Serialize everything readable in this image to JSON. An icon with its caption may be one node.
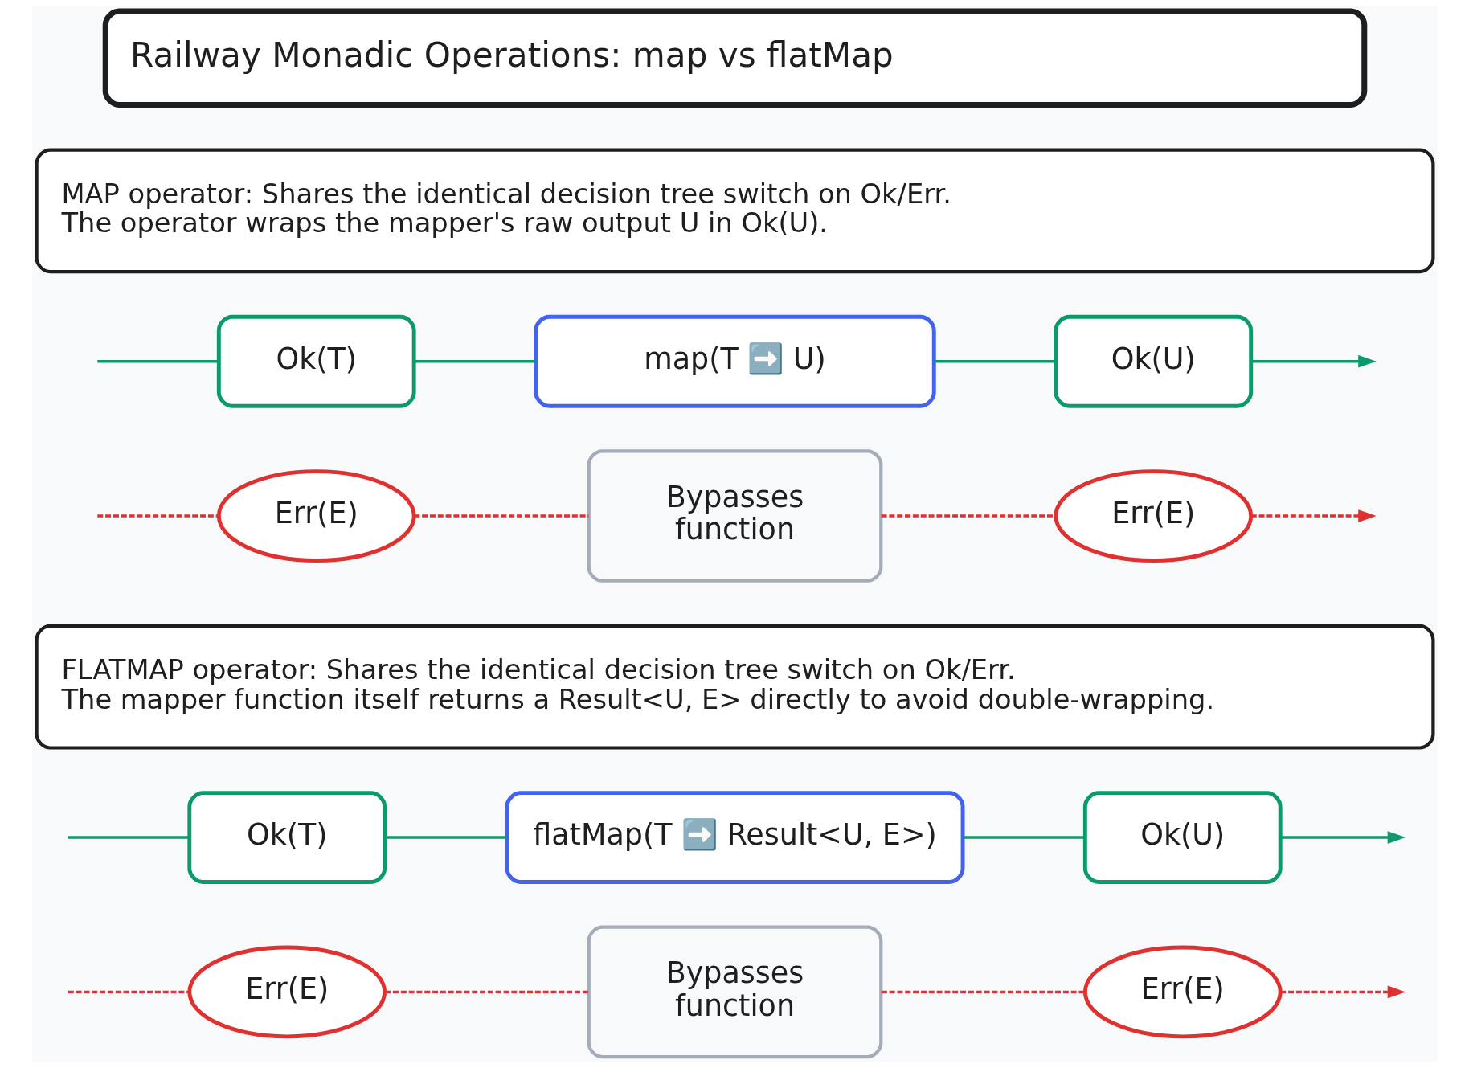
{
  "diagram": {
    "nodes": [
      {
        "text": [
          "Railway Monadic Operations: map vs flatMap"
        ]
      },
      {
        "text": [
          "MAP operator: Shares the identical decision tree switch on Ok/Err. The operator wraps the mapper's raw output U in Ok(U)."
        ]
      },
      {
        "text": [
          "Ok(T)"
        ]
      },
      {
        "text": [
          "map(T ➡️ U)"
        ]
      },
      {
        "text": [
          "Ok(U)"
        ]
      },
      {
        "text": [
          "Err(E)"
        ]
      },
      {
        "text": [
          "Bypasses function"
        ]
      },
      {
        "text": [
          "Err(E)"
        ]
      },
      {
        "text": [
          "FLATMAP operator: Shares the identical decision tree switch on Ok/Err. The mapper function itself returns a Result<U, E> directly to avoid double-wrapping."
        ]
      },
      {
        "text": [
          "Ok(T)"
        ]
      },
      {
        "text": [
          "flatMap(T ➡️ Result<U, E>)"
        ]
      },
      {
        "text": [
          "Ok(U)"
        ]
      },
      {
        "text": [
          "Err(E)"
        ]
      },
      {
        "text": [
          "Bypasses function"
        ]
      },
      {
        "text": [
          "Err(E)"
        ]
      }
    ],
    "edges": [
      {
        "from": null,
        "to": 2,
        "arrow": "none",
        "color": "#0c9a6b"
      },
      {
        "from": 2,
        "to": 3,
        "arrow": "none",
        "color": "#0c9a6b"
      },
      {
        "from": 3,
        "to": 4,
        "arrow": "none",
        "color": "#0c9a6b"
      },
      {
        "from": 4,
        "to": null,
        "arrow": "to",
        "color": "#0c9a6b"
      },
      {
        "from": null,
        "to": 5,
        "arrow": "none",
        "style": "dashed",
        "color": "#e03131"
      },
      {
        "from": 5,
        "to": 6,
        "arrow": "none",
        "style": "dashed",
        "color": "#e03131"
      },
      {
        "from": 6,
        "to": 7,
        "arrow": "none",
        "style": "dashed",
        "color": "#e03131"
      },
      {
        "from": 7,
        "to": null,
        "arrow": "to",
        "style": "dashed",
        "color": "#e03131"
      },
      {
        "from": null,
        "to": 9,
        "arrow": "none",
        "color": "#0c9a6b"
      },
      {
        "from": 9,
        "to": 10,
        "arrow": "none",
        "color": "#0c9a6b"
      },
      {
        "from": 10,
        "to": 11,
        "arrow": "none",
        "color": "#0c9a6b"
      },
      {
        "from": 11,
        "to": null,
        "arrow": "to",
        "color": "#0c9a6b"
      },
      {
        "from": null,
        "to": 12,
        "arrow": "none",
        "style": "dashed",
        "color": "#e03131"
      },
      {
        "from": 12,
        "to": 13,
        "arrow": "none",
        "style": "dashed",
        "color": "#e03131"
      },
      {
        "from": 13,
        "to": 14,
        "arrow": "none",
        "style": "dashed",
        "color": "#e03131"
      },
      {
        "from": 14,
        "to": null,
        "arrow": "to",
        "style": "dashed",
        "color": "#e03131"
      }
    ]
  }
}
